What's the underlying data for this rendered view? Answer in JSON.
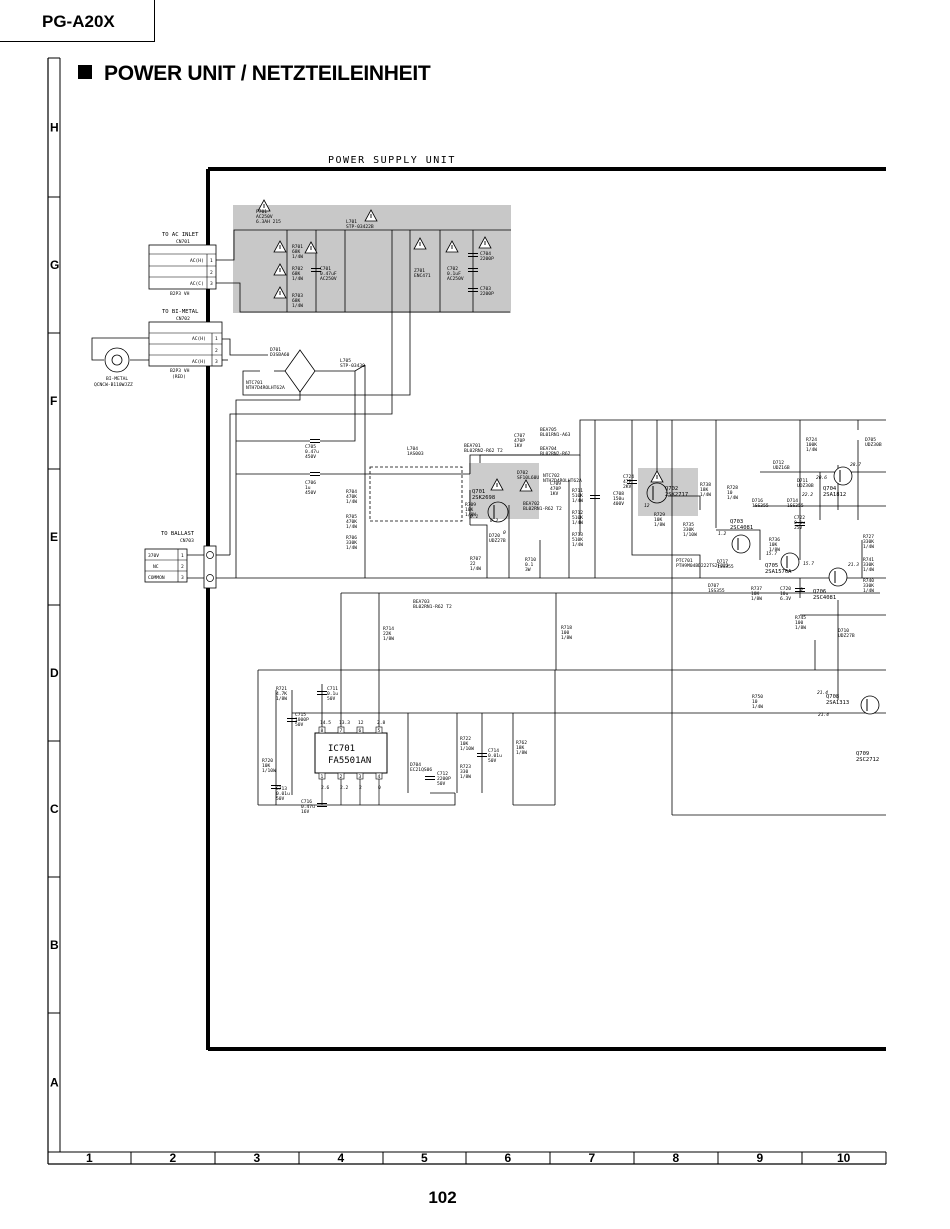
{
  "header": {
    "model": "PG-A20X",
    "title": "POWER UNIT / NETZTEILEINHEIT"
  },
  "page_number": "102",
  "grid": {
    "rows": [
      "H",
      "G",
      "F",
      "E",
      "D",
      "C",
      "B",
      "A"
    ],
    "columns": [
      "1",
      "2",
      "3",
      "4",
      "5",
      "6",
      "7",
      "8",
      "9",
      "10"
    ]
  },
  "schematic": {
    "frame_title": "POWER SUPPLY UNIT",
    "connectors": {
      "cn701": {
        "title": "TO AC INLET",
        "ref": "CN701",
        "pins": [
          "AC(H)",
          "",
          "AC(C)"
        ],
        "pin_numbers": [
          "1",
          "2",
          "3"
        ],
        "type": "B2P3 VH"
      },
      "cn702": {
        "title": "TO BI-METAL",
        "ref": "CN702",
        "pins": [
          "AC(H)",
          "",
          "AC(H)"
        ],
        "pin_numbers": [
          "1",
          "2",
          "3"
        ],
        "type": "B2P3 VH",
        "note": "(RED)"
      },
      "cn703": {
        "title": "TO BALLAST",
        "ref": "CN703",
        "pins": [
          "370V",
          "NC",
          "COMMON"
        ],
        "pin_numbers": [
          "1",
          "2",
          "3"
        ]
      }
    },
    "bimetal": {
      "label": "BI-METAL",
      "part": "QCNCW-B110WJZZ"
    },
    "components": [
      {
        "t": "F701",
        "s": [
          "AC250V",
          "6.3AH 215"
        ]
      },
      {
        "t": "L701",
        "s": [
          "STP-03422B"
        ]
      },
      {
        "t": "R701",
        "s": [
          "68K",
          "1/4W"
        ]
      },
      {
        "t": "R702",
        "s": [
          "68K",
          "1/4W"
        ]
      },
      {
        "t": "R703",
        "s": [
          "68K",
          "1/4W"
        ]
      },
      {
        "t": "C701",
        "s": [
          "0.47uF",
          "AC250V"
        ]
      },
      {
        "t": "Z701",
        "s": [
          "ENC471"
        ]
      },
      {
        "t": "C702",
        "s": [
          "0.1uF",
          "AC250V"
        ]
      },
      {
        "t": "C704",
        "s": [
          "2200P"
        ]
      },
      {
        "t": "C703",
        "s": [
          "2200P"
        ]
      },
      {
        "t": "D701",
        "s": [
          "D3SBA60"
        ]
      },
      {
        "t": "NTC701",
        "s": [
          "NTH7D4ROLHT62A"
        ]
      },
      {
        "t": "L705",
        "s": [
          "STP-03430"
        ]
      },
      {
        "t": "C705",
        "s": [
          "0.47u",
          "450V"
        ]
      },
      {
        "t": "C706",
        "s": [
          "1u",
          "450V"
        ]
      },
      {
        "t": "L704",
        "s": [
          "1AS003"
        ]
      },
      {
        "t": "BEA701",
        "s": [
          "BL02RN2-R62 T2"
        ]
      },
      {
        "t": "C707",
        "s": [
          "470P",
          "1KV"
        ]
      },
      {
        "t": "BEA705",
        "s": [
          "BL01RN1-A63"
        ]
      },
      {
        "t": "BEA704",
        "s": [
          "BL02RN2-R62"
        ]
      },
      {
        "t": "NTC702",
        "s": [
          "NTH7D4ROLHT62A"
        ]
      },
      {
        "t": "D702",
        "s": [
          "SF10L60U"
        ]
      },
      {
        "t": "Q701",
        "s": [
          "2SK2698"
        ]
      },
      {
        "t": "BEA702",
        "s": [
          "BL02RN1-R62 T2"
        ]
      },
      {
        "t": "C709",
        "s": [
          "470P",
          "1KV"
        ]
      },
      {
        "t": "R704",
        "s": [
          "470K",
          "1/4W"
        ]
      },
      {
        "t": "R705",
        "s": [
          "470K",
          "1/4W"
        ]
      },
      {
        "t": "R706",
        "s": [
          "330K",
          "1/4W"
        ]
      },
      {
        "t": "R709",
        "s": [
          "10K",
          "1/8W"
        ]
      },
      {
        "t": "D720",
        "s": [
          "UDZ27B"
        ]
      },
      {
        "t": "R707",
        "s": [
          "22",
          "1/4W"
        ]
      },
      {
        "t": "R710",
        "s": [
          "0.1",
          "3W"
        ]
      },
      {
        "t": "R711",
        "s": [
          "510K",
          "1/4W"
        ]
      },
      {
        "t": "R712",
        "s": [
          "510K",
          "1/4W"
        ]
      },
      {
        "t": "R713",
        "s": [
          "510K",
          "1/4W"
        ]
      },
      {
        "t": "C708",
        "s": [
          "150u",
          "400V"
        ]
      },
      {
        "t": "C724",
        "s": [
          "47P",
          "2KV"
        ]
      },
      {
        "t": "Q702",
        "s": [
          "2SK2717"
        ]
      },
      {
        "t": "R729",
        "s": [
          "10K",
          "1/8W"
        ]
      },
      {
        "t": "R738",
        "s": [
          "18K",
          "1/4W"
        ]
      },
      {
        "t": "R728",
        "s": [
          "10",
          "1/4W"
        ]
      },
      {
        "t": "D712",
        "s": [
          "UDZ16B"
        ]
      },
      {
        "t": "D711",
        "s": [
          "UDZ30B"
        ]
      },
      {
        "t": "R724",
        "s": [
          "100K",
          "1/4W"
        ]
      },
      {
        "t": "D705",
        "s": [
          "UDZ30B"
        ]
      },
      {
        "t": "Q704",
        "s": [
          "2SA1812"
        ]
      },
      {
        "t": "D716",
        "s": [
          "1SS355"
        ]
      },
      {
        "t": "D714",
        "s": [
          "1SS355"
        ]
      },
      {
        "t": "C722",
        "s": [
          "0.1u",
          "25V"
        ]
      },
      {
        "t": "R727",
        "s": [
          "330K",
          "1/4W"
        ]
      },
      {
        "t": "R735",
        "s": [
          "330K",
          "1/10W"
        ]
      },
      {
        "t": "Q703",
        "s": [
          "2SC4081"
        ]
      },
      {
        "t": "R736",
        "s": [
          "10K",
          "1/8W"
        ]
      },
      {
        "t": "Q705",
        "s": [
          "2SA1576A"
        ]
      },
      {
        "t": "PTC701",
        "s": [
          "PTH9M04BD222TS2F333"
        ]
      },
      {
        "t": "D717",
        "s": [
          "1SS355"
        ]
      },
      {
        "t": "D707",
        "s": [
          "1SS355"
        ]
      },
      {
        "t": "R741",
        "s": [
          "330K",
          "1/4W"
        ]
      },
      {
        "t": "R740",
        "s": [
          "330K",
          "1/4W"
        ]
      },
      {
        "t": "R737",
        "s": [
          "10K",
          "1/8W"
        ]
      },
      {
        "t": "C720",
        "s": [
          "10u",
          "6.3V"
        ]
      },
      {
        "t": "Q706",
        "s": [
          "2SC4081"
        ]
      },
      {
        "t": "BEA703",
        "s": [
          "BL02RN1-R62 T2"
        ]
      },
      {
        "t": "R745",
        "s": [
          "100",
          "1/8W"
        ]
      },
      {
        "t": "D710",
        "s": [
          "UDZ27B"
        ]
      },
      {
        "t": "R714",
        "s": [
          "22K",
          "1/8W"
        ]
      },
      {
        "t": "R718",
        "s": [
          "100",
          "1/8W"
        ]
      },
      {
        "t": "R721",
        "s": [
          "4.7K",
          "1/8W"
        ]
      },
      {
        "t": "C711",
        "s": [
          "0.1u",
          "50V"
        ]
      },
      {
        "t": "C715",
        "s": [
          "1000P",
          "50V"
        ]
      },
      {
        "t": "R720",
        "s": [
          "10K",
          "1/10W"
        ]
      },
      {
        "t": "C713",
        "s": [
          "0.01u",
          "50V"
        ]
      },
      {
        "t": "C716",
        "s": [
          "0.47u",
          "16V"
        ]
      },
      {
        "t": "D704",
        "s": [
          "EC21QS06"
        ]
      },
      {
        "t": "C712",
        "s": [
          "2200P",
          "50V"
        ]
      },
      {
        "t": "R722",
        "s": [
          "10K",
          "1/10W"
        ]
      },
      {
        "t": "R723",
        "s": [
          "330",
          "1/8W"
        ]
      },
      {
        "t": "C714",
        "s": [
          "0.01u",
          "50V"
        ]
      },
      {
        "t": "R762",
        "s": [
          "18K",
          "1/8W"
        ]
      },
      {
        "t": "R750",
        "s": [
          "10",
          "1/4W"
        ]
      },
      {
        "t": "Q708",
        "s": [
          "2SA1313"
        ]
      },
      {
        "t": "Q709",
        "s": [
          "2SC2712"
        ]
      }
    ],
    "ic701": {
      "ref": "IC701",
      "part": "FA5501AN",
      "top_pins": [
        "8",
        "7",
        "6",
        "5"
      ],
      "bottom_pins": [
        "1",
        "2",
        "3",
        "4"
      ],
      "top_voltages": [
        "14.5",
        "13.3",
        "12",
        "2.8"
      ],
      "bottom_voltages": [
        "2.6",
        "2.2",
        "2",
        "0"
      ]
    },
    "voltages": [
      "1.2",
      "15.7",
      "15.7",
      "0",
      "0.2",
      "0",
      "0.1",
      "20.6",
      "21.4",
      "22.2",
      "28.7",
      "12",
      "21.3",
      "21.4"
    ]
  }
}
